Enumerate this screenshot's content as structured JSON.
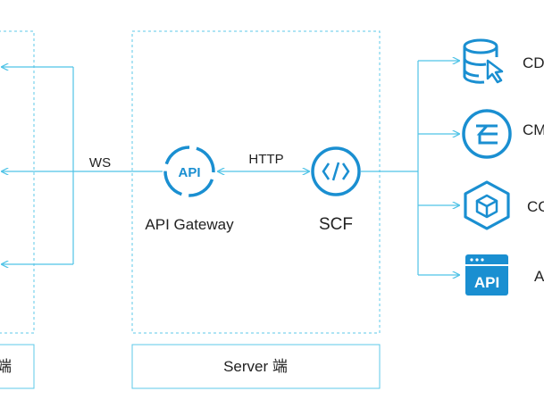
{
  "diagram": {
    "client_footer_label": "端",
    "server_footer_label": "Server 端",
    "ws_label": "WS",
    "http_label": "HTTP",
    "gateway": {
      "label": "API Gateway",
      "icon_text": "API"
    },
    "scf": {
      "label": "SCF",
      "icon_text": "</>"
    },
    "services": [
      {
        "label": "CD",
        "icon": "database-cursor-icon"
      },
      {
        "label": "CM",
        "icon": "cms-icon"
      },
      {
        "label": "CC",
        "icon": "hexagon-cube-icon"
      },
      {
        "label": "A",
        "icon_text": "API",
        "icon": "api-window-icon"
      }
    ]
  },
  "colors": {
    "accent": "#1a8fd1",
    "line": "#4fc3e6",
    "dash": "#5cc8e8",
    "text": "#222222"
  }
}
